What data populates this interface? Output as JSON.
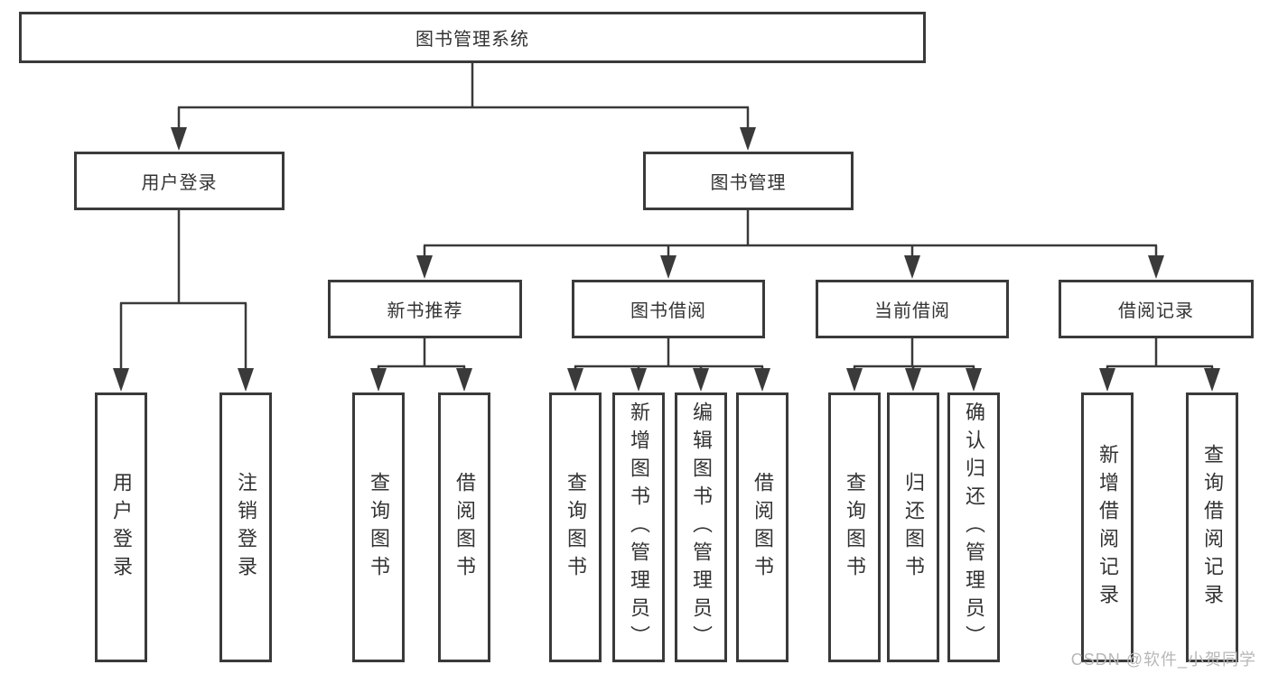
{
  "diagram": {
    "root": {
      "label": "图书管理系统"
    },
    "branches": [
      {
        "label": "用户登录",
        "children": [
          {
            "label": "用户登录"
          },
          {
            "label": "注销登录"
          }
        ]
      },
      {
        "label": "图书管理",
        "groups": [
          {
            "label": "新书推荐",
            "children": [
              {
                "label": "查询图书"
              },
              {
                "label": "借阅图书"
              }
            ]
          },
          {
            "label": "图书借阅",
            "children": [
              {
                "label": "查询图书"
              },
              {
                "label": "新增图书（管理员）"
              },
              {
                "label": "编辑图书（管理员）"
              },
              {
                "label": "借阅图书"
              }
            ]
          },
          {
            "label": "当前借阅",
            "children": [
              {
                "label": "查询图书"
              },
              {
                "label": "归还图书"
              },
              {
                "label": "确认归还（管理员）"
              }
            ]
          },
          {
            "label": "借阅记录",
            "children": [
              {
                "label": "新增借阅记录"
              },
              {
                "label": "查询借阅记录"
              }
            ]
          }
        ]
      }
    ]
  },
  "watermark": {
    "text": "CSDN @软件_小贺同学"
  },
  "colors": {
    "line": "#3a3a3a",
    "text": "#333333",
    "watermark": "#b7b7b7",
    "background": "#ffffff"
  }
}
